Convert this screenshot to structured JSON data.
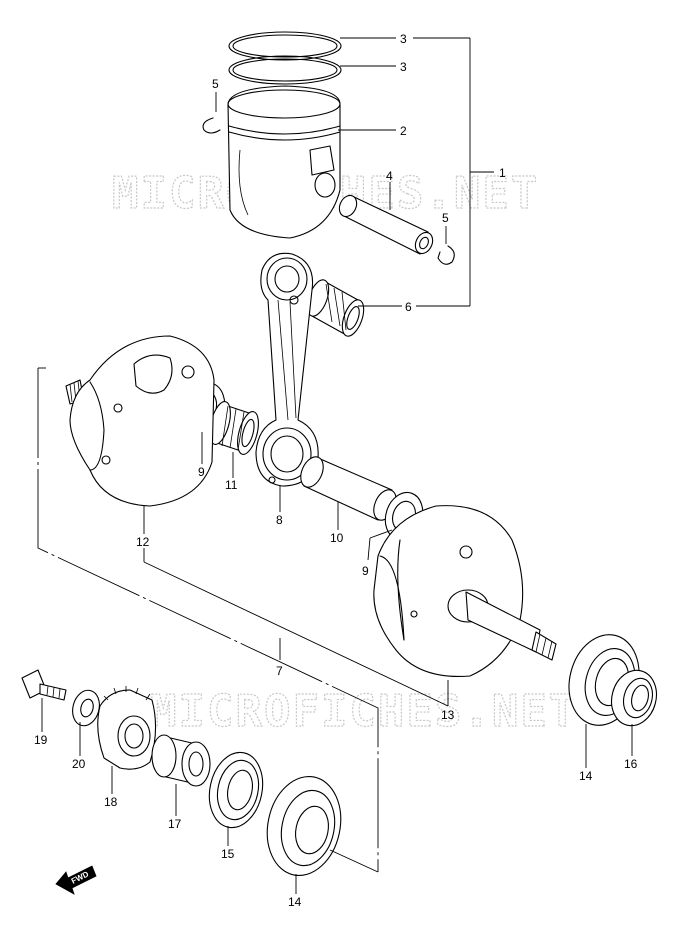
{
  "watermark": "MICROFICHES.NET",
  "fwd_label": "FWD",
  "callouts": [
    {
      "id": "c1",
      "text": "1"
    },
    {
      "id": "c2",
      "text": "2"
    },
    {
      "id": "c3a",
      "text": "3"
    },
    {
      "id": "c3b",
      "text": "3"
    },
    {
      "id": "c4",
      "text": "4"
    },
    {
      "id": "c5a",
      "text": "5"
    },
    {
      "id": "c5b",
      "text": "5"
    },
    {
      "id": "c6",
      "text": "6"
    },
    {
      "id": "c7",
      "text": "7"
    },
    {
      "id": "c8",
      "text": "8"
    },
    {
      "id": "c9a",
      "text": "9"
    },
    {
      "id": "c9b",
      "text": "9"
    },
    {
      "id": "c10",
      "text": "10"
    },
    {
      "id": "c11",
      "text": "11"
    },
    {
      "id": "c12",
      "text": "12"
    },
    {
      "id": "c13",
      "text": "13"
    },
    {
      "id": "c14a",
      "text": "14"
    },
    {
      "id": "c14b",
      "text": "14"
    },
    {
      "id": "c15",
      "text": "15"
    },
    {
      "id": "c16",
      "text": "16"
    },
    {
      "id": "c17",
      "text": "17"
    },
    {
      "id": "c18",
      "text": "18"
    },
    {
      "id": "c19",
      "text": "19"
    },
    {
      "id": "c20",
      "text": "20"
    }
  ]
}
